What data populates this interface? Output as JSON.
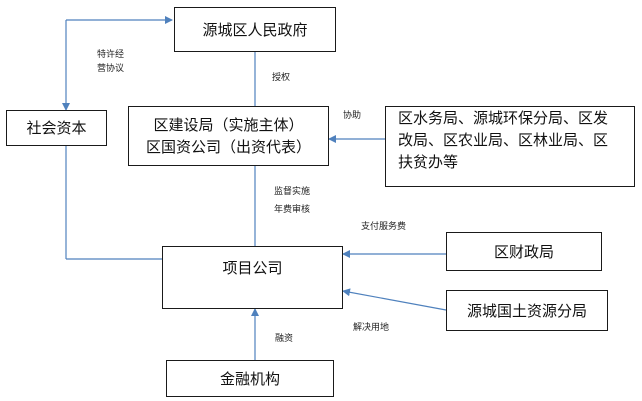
{
  "boxes": {
    "government": "源城区人民政府",
    "social_capital": "社会资本",
    "construction_bureau": {
      "line1": "区建设局（实施主体）",
      "line2": "区国资公司（出资代表）"
    },
    "other_bureaus": {
      "line1": "区水务局、源城环保分局、区发",
      "line2": "改局、区农业局、区林业局、区",
      "line3": "扶贫办等"
    },
    "project_company": "项目公司",
    "finance_bureau": "区财政局",
    "land_bureau": "源城国土资源分局",
    "financial_institution": "金融机构"
  },
  "edge_labels": {
    "franchise": {
      "line1": "特许经",
      "line2": "营协议"
    },
    "authorize": "授权",
    "assist": "协助",
    "supervise": {
      "line1": "监督实施",
      "line2": "年费审核"
    },
    "pay_service_fee": "支付服务费",
    "resolve_land": "解决用地",
    "financing": "融资"
  },
  "colors": {
    "line": "#4f81bd",
    "border": "#1a1a1a",
    "text": "#111111"
  }
}
